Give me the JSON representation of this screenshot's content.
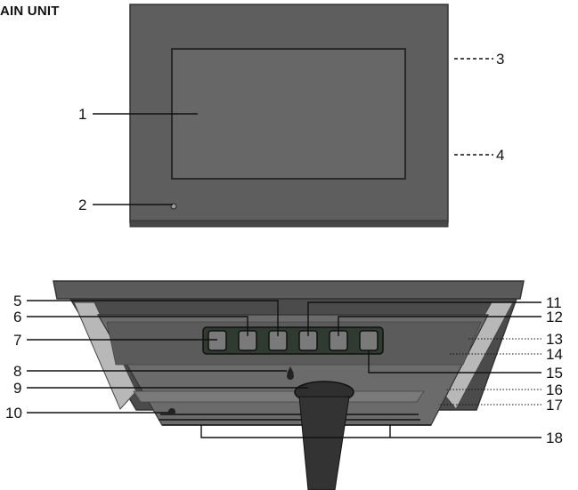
{
  "title": "AIN UNIT",
  "callouts": {
    "c1": "1",
    "c2": "2",
    "c3": "3",
    "c4": "4",
    "c5": "5",
    "c6": "6",
    "c7": "7",
    "c8": "8",
    "c9": "9",
    "c10": "10",
    "c11": "11",
    "c12": "12",
    "c13": "13",
    "c14": "14",
    "c15": "15",
    "c16": "16",
    "c17": "17",
    "c18": "18"
  },
  "colors": {
    "housing": "#5e5e5e",
    "housing_dark": "#3f3f3f",
    "screen": "#676767",
    "button_strip": "#2f3a31",
    "button": "#7a7a7a",
    "stand": "#333333"
  }
}
